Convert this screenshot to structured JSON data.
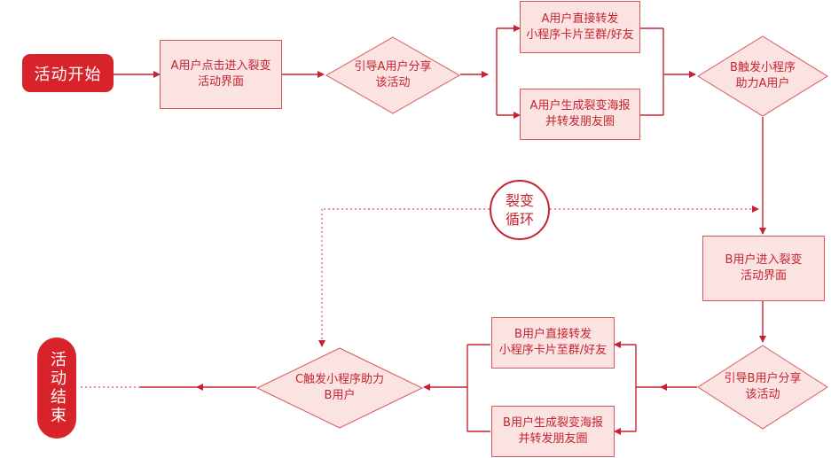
{
  "start": "活动开始",
  "end": "活动结束",
  "loop_label": [
    "裂变",
    "循环"
  ],
  "nodes": {
    "a_enter": [
      "A用户点击进入裂变",
      "活动界面"
    ],
    "a_guide": [
      "引导A用户分享",
      "该活动"
    ],
    "a_share_card": [
      "A用户直接转发",
      "小程序卡片至群/好友"
    ],
    "a_poster": [
      "A用户生成裂变海报",
      "并转发朋友圈"
    ],
    "b_trigger": [
      "B触发小程序",
      "助力A用户"
    ],
    "b_enter": [
      "B用户进入裂变",
      "活动界面"
    ],
    "b_guide": [
      "引导B用户分享",
      "该活动"
    ],
    "b_share_card": [
      "B用户直接转发",
      "小程序卡片至群/好友"
    ],
    "b_poster": [
      "B用户生成裂变海报",
      "并转发朋友圈"
    ],
    "c_trigger": [
      "C触发小程序助力",
      "B用户"
    ]
  },
  "colors": {
    "accent": "#d8232b",
    "line": "#c62330",
    "box_fill": "#fbe3e2",
    "box_border": "#d9575c"
  }
}
